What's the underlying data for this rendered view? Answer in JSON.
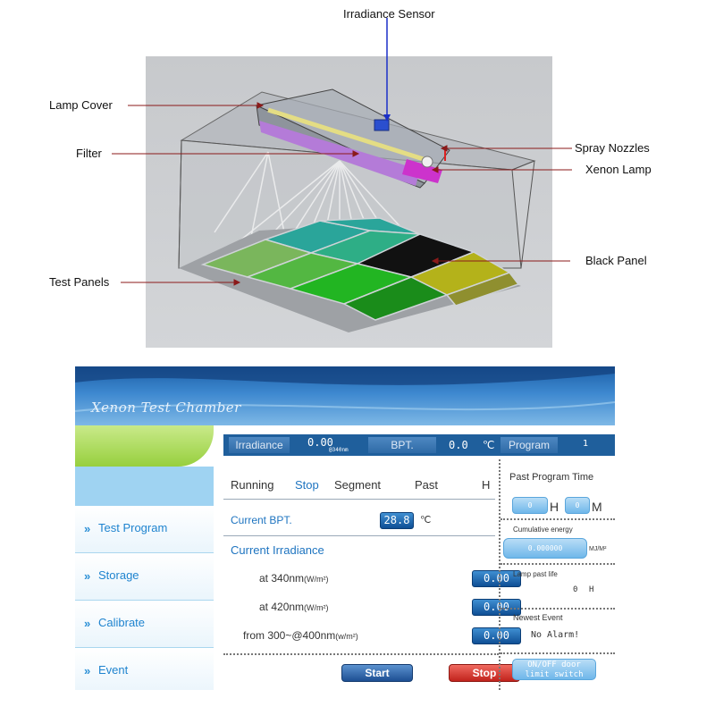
{
  "diagram": {
    "callouts": {
      "irradiance_sensor": "Irradiance Sensor",
      "lamp_cover": "Lamp Cover",
      "filter": "Filter",
      "spray_nozzles": "Spray Nozzles",
      "xenon_lamp": "Xenon Lamp",
      "black_panel": "Black Panel",
      "test_panels": "Test Panels"
    }
  },
  "hmi": {
    "title": "Xenon Test Chamber",
    "sidebar": {
      "items": [
        {
          "label": "Test Program"
        },
        {
          "label": "Storage"
        },
        {
          "label": "Calibrate"
        },
        {
          "label": "Event"
        }
      ]
    },
    "topbar": {
      "irradiance_label": "Irradiance",
      "irradiance_value": "0.00",
      "irradiance_sub": "@340nm",
      "bpt_label": "BPT.",
      "bpt_value": "0.0",
      "bpt_unit": "℃",
      "program_label": "Program",
      "program_value": "1"
    },
    "status": {
      "running": "Running",
      "state": "Stop",
      "segment": "Segment",
      "past": "Past",
      "h": "H"
    },
    "current_bpt": {
      "label": "Current BPT.",
      "value": "28.8",
      "unit": "℃"
    },
    "current_irradiance": {
      "heading": "Current Irradiance",
      "rows": [
        {
          "label": "at 340nm",
          "unit": "(W/m²)",
          "value": "0.00"
        },
        {
          "label": "at 420nm",
          "unit": "(W/m²)",
          "value": "0.00"
        },
        {
          "label": "from 300~@400nm",
          "unit": "(w/m²)",
          "value": "0.00"
        }
      ]
    },
    "buttons": {
      "start": "Start",
      "stop": "Stop"
    },
    "right": {
      "past_program_time": "Past Program Time",
      "hours_value": "0",
      "hours_unit": "H",
      "minutes_value": "0",
      "minutes_unit": "M",
      "cumulative_label": "Cumulative energy",
      "cumulative_value": "0.000000",
      "cumulative_unit": "MJ/M²",
      "lamp_life_label": "Lamp past life",
      "lamp_life_value": "0",
      "lamp_life_unit": "H",
      "newest_event_label": "Newest Event",
      "newest_event_value": "No Alarm!",
      "door_switch": "ON/OFF door limit switch"
    }
  }
}
